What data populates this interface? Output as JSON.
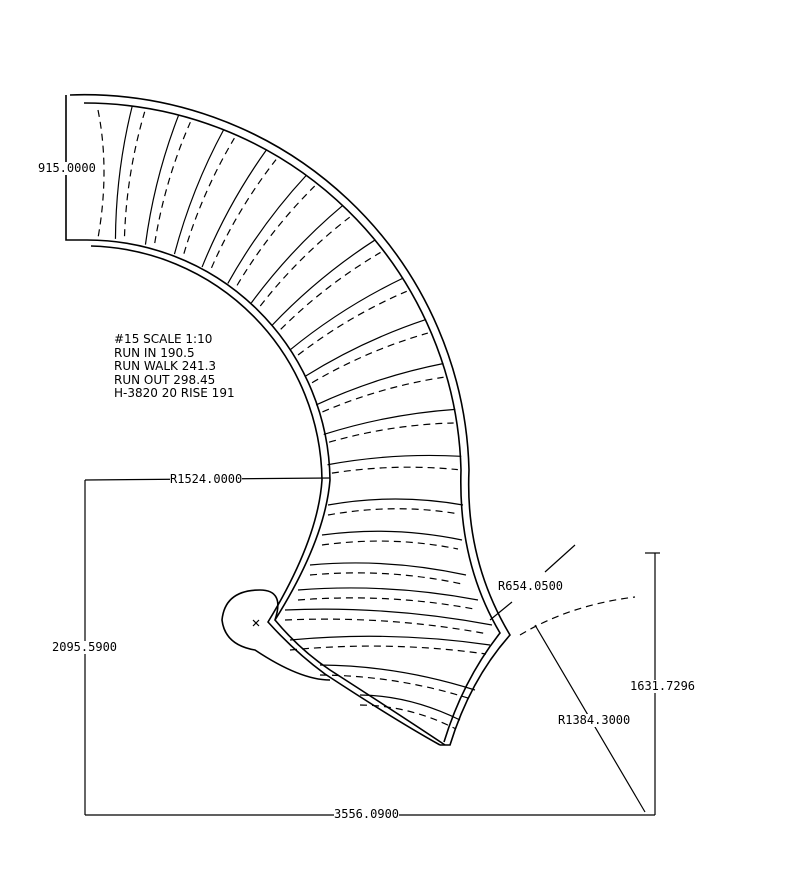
{
  "notes": [
    "#15  SCALE 1:10",
    "RUN IN 190.5",
    "RUN WALK 241.3",
    "RUN OUT 298.45",
    "H-3820 20 RISE 191"
  ],
  "dimensions": {
    "width_top": "915.0000",
    "inner_radius": "R1524.0000",
    "height_left": "2095.5900",
    "total_width": "3556.0900",
    "small_radius": "R654.0500",
    "large_radius": "R1384.3000",
    "height_right": "1631.7296"
  },
  "treads": 20
}
